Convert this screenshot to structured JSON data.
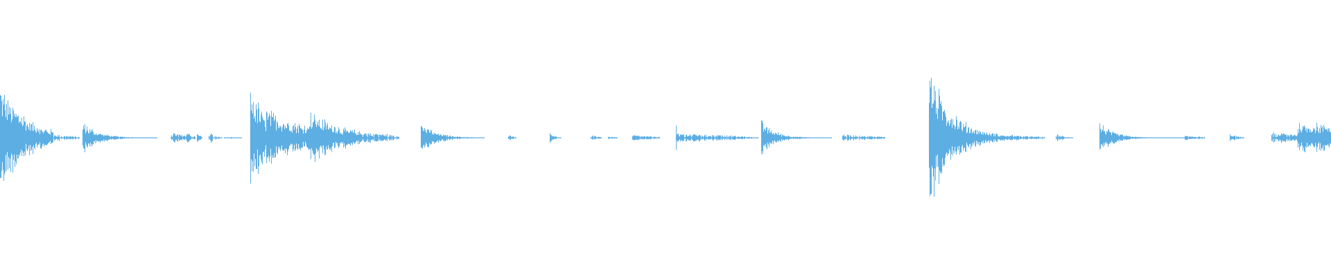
{
  "waveform": {
    "color": "#5daee3",
    "background": "#ffffff",
    "duration_fraction_visible": 1.0,
    "bursts": [
      {
        "start": 0.0,
        "end": 0.04,
        "peak": 0.55,
        "decay": 2.0,
        "density": 1.0
      },
      {
        "start": 0.04,
        "end": 0.06,
        "peak": 0.04,
        "decay": 1.0,
        "density": 0.6
      },
      {
        "start": 0.062,
        "end": 0.118,
        "peak": 0.17,
        "decay": 5.0,
        "density": 1.0
      },
      {
        "start": 0.128,
        "end": 0.14,
        "peak": 0.06,
        "decay": 1.0,
        "density": 0.8
      },
      {
        "start": 0.14,
        "end": 0.147,
        "peak": 0.06,
        "decay": 1.0,
        "density": 0.8
      },
      {
        "start": 0.148,
        "end": 0.152,
        "peak": 0.05,
        "decay": 1.0,
        "density": 0.8
      },
      {
        "start": 0.157,
        "end": 0.167,
        "peak": 0.08,
        "decay": 3.0,
        "density": 0.8
      },
      {
        "start": 0.168,
        "end": 0.182,
        "peak": 0.01,
        "decay": 1.0,
        "density": 0.5
      },
      {
        "start": 0.188,
        "end": 0.2,
        "peak": 0.55,
        "decay": 1.0,
        "density": 1.0
      },
      {
        "start": 0.2,
        "end": 0.232,
        "peak": 0.28,
        "decay": 0.8,
        "density": 1.0
      },
      {
        "start": 0.232,
        "end": 0.272,
        "peak": 0.28,
        "decay": 1.5,
        "density": 1.0
      },
      {
        "start": 0.272,
        "end": 0.3,
        "peak": 0.07,
        "decay": 1.0,
        "density": 0.8
      },
      {
        "start": 0.316,
        "end": 0.364,
        "peak": 0.15,
        "decay": 4.0,
        "density": 1.0
      },
      {
        "start": 0.382,
        "end": 0.388,
        "peak": 0.03,
        "decay": 1.0,
        "density": 0.8
      },
      {
        "start": 0.413,
        "end": 0.422,
        "peak": 0.07,
        "decay": 3.0,
        "density": 0.8
      },
      {
        "start": 0.444,
        "end": 0.452,
        "peak": 0.025,
        "decay": 1.0,
        "density": 0.8
      },
      {
        "start": 0.457,
        "end": 0.464,
        "peak": 0.015,
        "decay": 1.0,
        "density": 0.8
      },
      {
        "start": 0.475,
        "end": 0.496,
        "peak": 0.03,
        "decay": 1.0,
        "density": 0.8
      },
      {
        "start": 0.508,
        "end": 0.555,
        "peak": 0.05,
        "decay": 0.8,
        "density": 0.8
      },
      {
        "start": 0.508,
        "end": 0.511,
        "peak": 0.12,
        "decay": 2.0,
        "density": 1.0
      },
      {
        "start": 0.555,
        "end": 0.57,
        "peak": 0.02,
        "decay": 1.0,
        "density": 0.8
      },
      {
        "start": 0.572,
        "end": 0.625,
        "peak": 0.17,
        "decay": 5.0,
        "density": 1.0
      },
      {
        "start": 0.633,
        "end": 0.665,
        "peak": 0.035,
        "decay": 1.0,
        "density": 0.8
      },
      {
        "start": 0.698,
        "end": 0.76,
        "peak": 0.72,
        "decay": 3.5,
        "density": 1.0
      },
      {
        "start": 0.76,
        "end": 0.785,
        "peak": 0.03,
        "decay": 1.0,
        "density": 0.8
      },
      {
        "start": 0.793,
        "end": 0.806,
        "peak": 0.04,
        "decay": 2.0,
        "density": 0.8
      },
      {
        "start": 0.826,
        "end": 0.875,
        "peak": 0.15,
        "decay": 4.5,
        "density": 1.0
      },
      {
        "start": 0.875,
        "end": 0.89,
        "peak": 0.01,
        "decay": 1.0,
        "density": 0.5
      },
      {
        "start": 0.89,
        "end": 0.905,
        "peak": 0.025,
        "decay": 1.0,
        "density": 0.8
      },
      {
        "start": 0.924,
        "end": 0.935,
        "peak": 0.08,
        "decay": 3.0,
        "density": 0.8
      },
      {
        "start": 0.955,
        "end": 0.975,
        "peak": 0.06,
        "decay": 0.5,
        "density": 0.9
      },
      {
        "start": 0.975,
        "end": 1.0,
        "peak": 0.14,
        "decay": 0.0,
        "density": 1.0
      }
    ]
  }
}
